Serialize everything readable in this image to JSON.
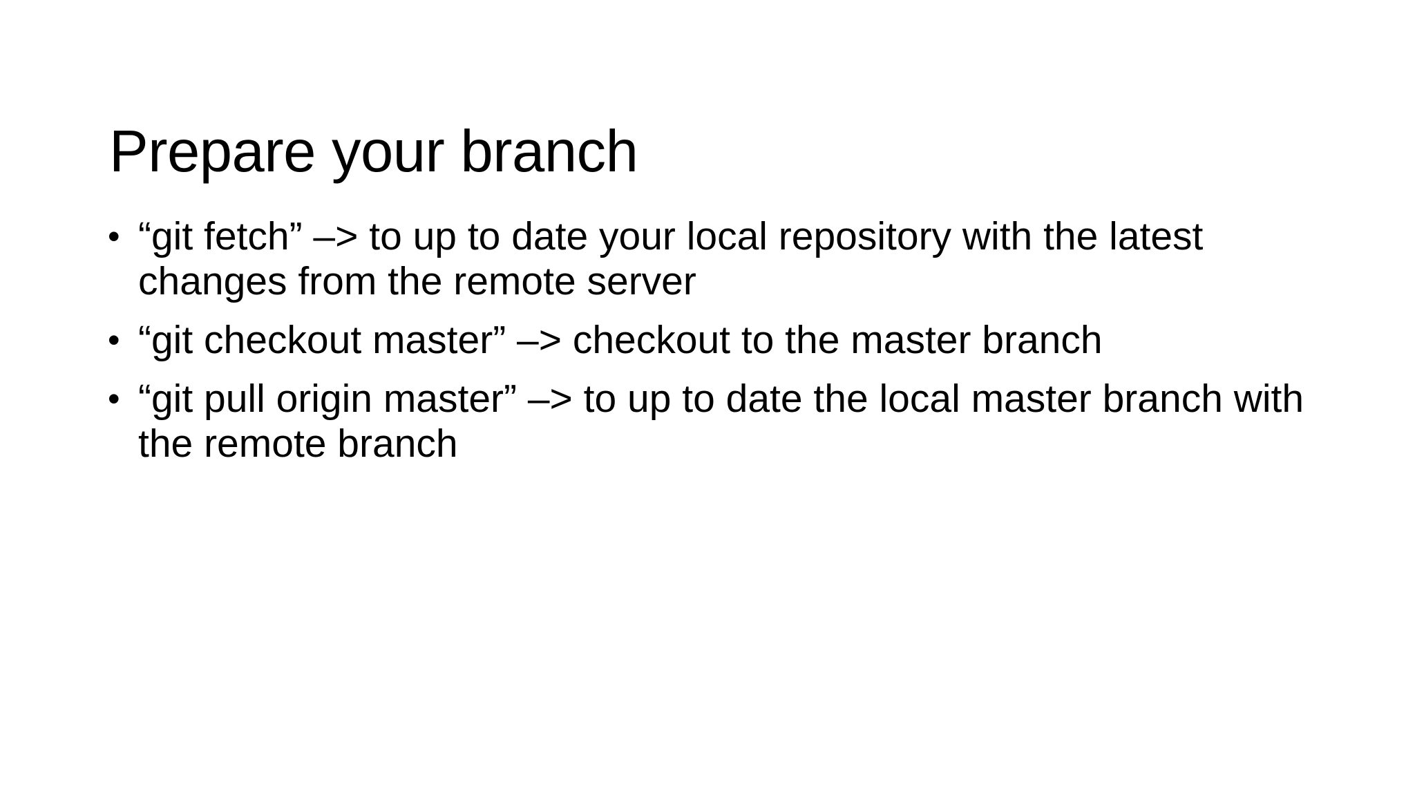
{
  "slide": {
    "title": "Prepare your branch",
    "bullets": [
      {
        "marker": "•",
        "text": "“git fetch” –> to up to date your local repository with the latest\nchanges from the remote server"
      },
      {
        "marker": "•",
        "text": "“git checkout master” –> checkout to the master branch"
      },
      {
        "marker": "•",
        "text": "“git pull origin master” –> to up to date the local master branch with\nthe remote branch"
      }
    ],
    "colors": {
      "background": "#ffffff",
      "text": "#000000"
    }
  }
}
